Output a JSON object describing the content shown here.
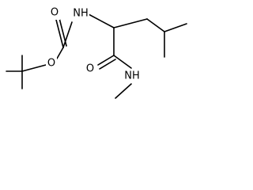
{
  "molecule": {
    "atoms": {
      "nh_top": "NH",
      "o_carbonyl_top": "O",
      "o_ester": "O",
      "o_amide": "O",
      "nh_amide": "NH"
    }
  },
  "colors": {
    "bond": "#000000",
    "background": "#ffffff"
  }
}
